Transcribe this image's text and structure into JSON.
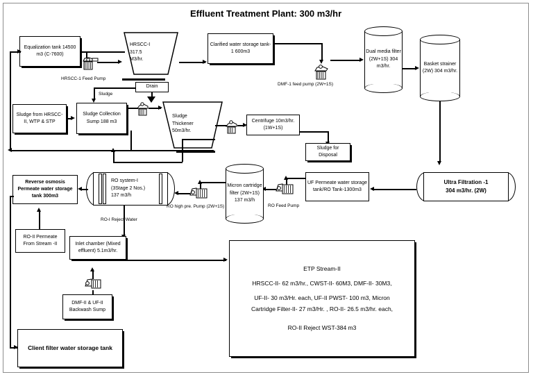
{
  "title": "Effluent Treatment Plant: 300 m3/hr",
  "nodes": {
    "equalization_tank": "Equalization tank 14500 m3 (C-7600)",
    "hrscc_1": [
      "HRSCC-I",
      "317.5",
      "M3/hr."
    ],
    "clarified_water_tank": "Clarified water storage tank-1 600m3",
    "dual_media_filter": "Dual media filter (2W+1S) 304 m3/hr.",
    "basket_strainer": "Basket strainer (2W) 304 m3/hr.",
    "drain": "Drain",
    "sludge_from": "Sludge from HRSCC-II, WTP & STP",
    "sludge_collection_sump": "Sludge Collection Sump 188 m3",
    "sludge_thickener": [
      "Sludge",
      "Thickener",
      "50m3/hr."
    ],
    "centrifuge": "Centrifuge 10m3/hr.(1W+1S)",
    "sludge_disposal": "Sludge for Disposal",
    "ultra_filtration_1": [
      "Ultra Filtration -1",
      "304 m3/hr. (2W)"
    ],
    "uf_permeate_tank": "UF Permeate water storage tank/RO Tank-1300m3",
    "micron_cartridge_filter": "Micron cartridge filter (2W+1S) 137 m3/h",
    "ro_system_1": [
      "RO system-I",
      "(3Stage 2 Nos.)",
      "137 m3/h"
    ],
    "ro_permeate_tank": "Reverse osmosis Permeate water storage tank 300m3",
    "ro2_permeate_stream": "RO-II Permeate From Stream -II",
    "inlet_chamber": "Inlet chamber (Mixed effluent) 5.1m3/hr.",
    "backwash_sump": "DMF-II & UF-II Backwash Sump",
    "client_filter_tank": "Client filter water storage tank",
    "etp_stream_2": [
      "ETP Stream-II",
      "HRSCC-II- 62 m3/hr., CWST-II- 60M3, DMF-II- 30M3,",
      "UF-II- 30 m3/Hr. each, UF-II PWST- 100 m3, Micron",
      "Cartridge Filter-II- 27 m3/Hr. , RO-II- 26.5 m3/hr. each,",
      "RO-II Reject WST-384 m3"
    ]
  },
  "captions": {
    "hrscc_feed_pump": "HRSCC-1 Feed Pump",
    "sludge_line": "Sludge",
    "dmf_feed_pump": "DMF-1 feed pump (2W+1S)",
    "ro_high_pre_pump": "RO high pre. Pump (2W+1S)",
    "ro_feed_pump": "RO Feed Pump",
    "ro1_reject_water": "RO-I Reject Water"
  }
}
